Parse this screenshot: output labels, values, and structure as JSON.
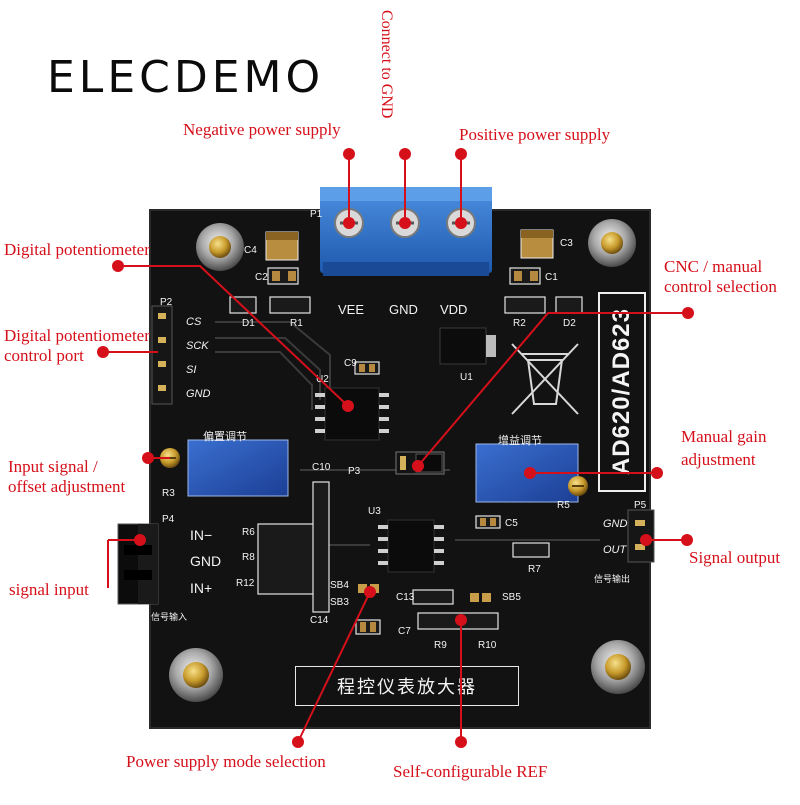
{
  "brand": "ELECDEMO",
  "annotations": {
    "connect_gnd": "Connect to GND",
    "negative_power": "Negative power supply",
    "positive_power": "Positive power supply",
    "digital_pot": "Digital potentiometer",
    "digital_pot_port_l1": "Digital potentiometer",
    "digital_pot_port_l2": "control port",
    "cnc_manual_l1": "CNC / manual",
    "cnc_manual_l2": "control selection",
    "input_offset_l1": "Input signal /",
    "input_offset_l2": "offset adjustment",
    "manual_gain_l1": "Manual gain",
    "manual_gain_l2": "adjustment",
    "signal_input": "signal input",
    "signal_output": "Signal output",
    "power_mode": "Power supply mode selection",
    "ref": "Self-configurable REF"
  },
  "board": {
    "terminals": [
      "VEE",
      "GND",
      "VDD"
    ],
    "control_pins": [
      "CS",
      "SCK",
      "SI",
      "GND"
    ],
    "input_pins": [
      "IN−",
      "GND",
      "IN+"
    ],
    "output_pins": [
      "GND",
      "OUT"
    ],
    "model": "AD620/AD623",
    "title_cn": "程控仪表放大器",
    "offset_cn": "偏置调节",
    "gain_cn": "增益调节",
    "input_cn": "信号输入",
    "output_cn": "信号输出",
    "refs": [
      "C4",
      "C3",
      "C2",
      "C1",
      "D1",
      "R1",
      "R2",
      "D2",
      "U1",
      "U2",
      "C9",
      "P3",
      "R5",
      "R3",
      "C10",
      "U3",
      "C5",
      "R6",
      "R8",
      "R12",
      "R7",
      "SB4",
      "SB3",
      "C14",
      "C13",
      "SB5",
      "C7",
      "R9",
      "R10",
      "P4",
      "P5",
      "P2",
      "P1"
    ]
  },
  "colors": {
    "annotation": "#d5101a",
    "pcb": "#111111",
    "terminal_block": "#2f74c9",
    "trimmer": "#2a56b8"
  }
}
